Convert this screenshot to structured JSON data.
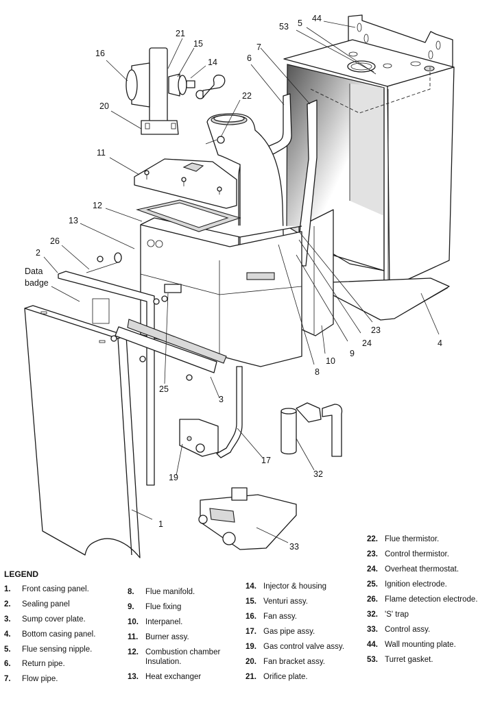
{
  "diagram": {
    "title": "Boiler exploded parts view",
    "callouts": {
      "c44": "44",
      "c53": "53",
      "c5": "5",
      "c7": "7",
      "c6": "6",
      "c21": "21",
      "c15": "15",
      "c16": "16",
      "c14": "14",
      "c22": "22",
      "c20": "20",
      "c11": "11",
      "c12": "12",
      "c13": "13",
      "c26": "26",
      "c2": "2",
      "c_data_badge_1": "Data",
      "c_data_badge_2": "badge",
      "c23": "23",
      "c24": "24",
      "c9": "9",
      "c4": "4",
      "c10": "10",
      "c8": "8",
      "c25": "25",
      "c3": "3",
      "c17": "17",
      "c32": "32",
      "c19": "19",
      "c1": "1",
      "c33": "33"
    }
  },
  "legend": {
    "title": "LEGEND",
    "columns": [
      [
        {
          "num": "1.",
          "text": "Front casing panel."
        },
        {
          "num": "2.",
          "text": "Sealing panel"
        },
        {
          "num": "3.",
          "text": "Sump cover plate."
        },
        {
          "num": "4.",
          "text": "Bottom casing panel."
        },
        {
          "num": "5.",
          "text": "Flue sensing nipple."
        },
        {
          "num": "6.",
          "text": "Return pipe."
        },
        {
          "num": "7.",
          "text": "Flow pipe."
        }
      ],
      [
        {
          "num": "8.",
          "text": "Flue manifold."
        },
        {
          "num": "9.",
          "text": "Flue fixing"
        },
        {
          "num": "10.",
          "text": "Interpanel."
        },
        {
          "num": "11.",
          "text": "Burner assy."
        },
        {
          "num": "12.",
          "text": "Combustion chamber\nInsulation."
        },
        {
          "num": "13.",
          "text": "Heat exchanger"
        }
      ],
      [
        {
          "num": "14.",
          "text": "Injector & housing"
        },
        {
          "num": "15.",
          "text": "Venturi assy."
        },
        {
          "num": "16.",
          "text": "Fan assy."
        },
        {
          "num": "17.",
          "text": "Gas pipe assy."
        },
        {
          "num": "19.",
          "text": "Gas control valve assy."
        },
        {
          "num": "20.",
          "text": "Fan bracket assy."
        },
        {
          "num": "21.",
          "text": "Orifice plate."
        }
      ],
      [
        {
          "num": "22.",
          "text": "Flue thermistor."
        },
        {
          "num": "23.",
          "text": "Control thermistor."
        },
        {
          "num": "24.",
          "text": "Overheat thermostat."
        },
        {
          "num": "25.",
          "text": "Ignition electrode."
        },
        {
          "num": "26.",
          "text": "Flame detection electrode."
        },
        {
          "num": "32.",
          "text": "'S' trap"
        },
        {
          "num": "33.",
          "text": "Control assy."
        },
        {
          "num": "44.",
          "text": "Wall mounting plate."
        },
        {
          "num": "53.",
          "text": "Turret gasket."
        }
      ]
    ]
  }
}
